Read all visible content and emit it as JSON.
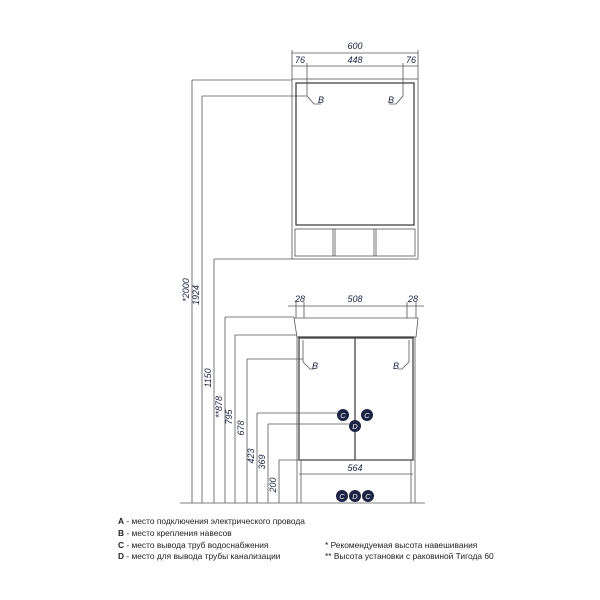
{
  "upper": {
    "width": "600",
    "left": "76",
    "middle": "448",
    "right": "76",
    "mount": "B"
  },
  "lower": {
    "left": "28",
    "middle": "508",
    "right": "28",
    "base": "564",
    "mount": "B",
    "water": "C",
    "drain": "D"
  },
  "heights": [
    "*2000",
    "1924",
    "1150",
    "**878",
    "795",
    "678",
    "423",
    "369",
    "200"
  ],
  "legend": {
    "a": {
      "key": "A",
      "text": " - место подключения электрического провода"
    },
    "b": {
      "key": "B",
      "text": " - место крепления навесов"
    },
    "c": {
      "key": "C",
      "text": " - место вывода труб водоснабжения"
    },
    "d": {
      "key": "D",
      "text": " - место для вывода трубы канализации"
    },
    "note1": "* Рекомендуемая высота навешивания",
    "note2": "** Высота установки с раковиной Тигода 60"
  }
}
